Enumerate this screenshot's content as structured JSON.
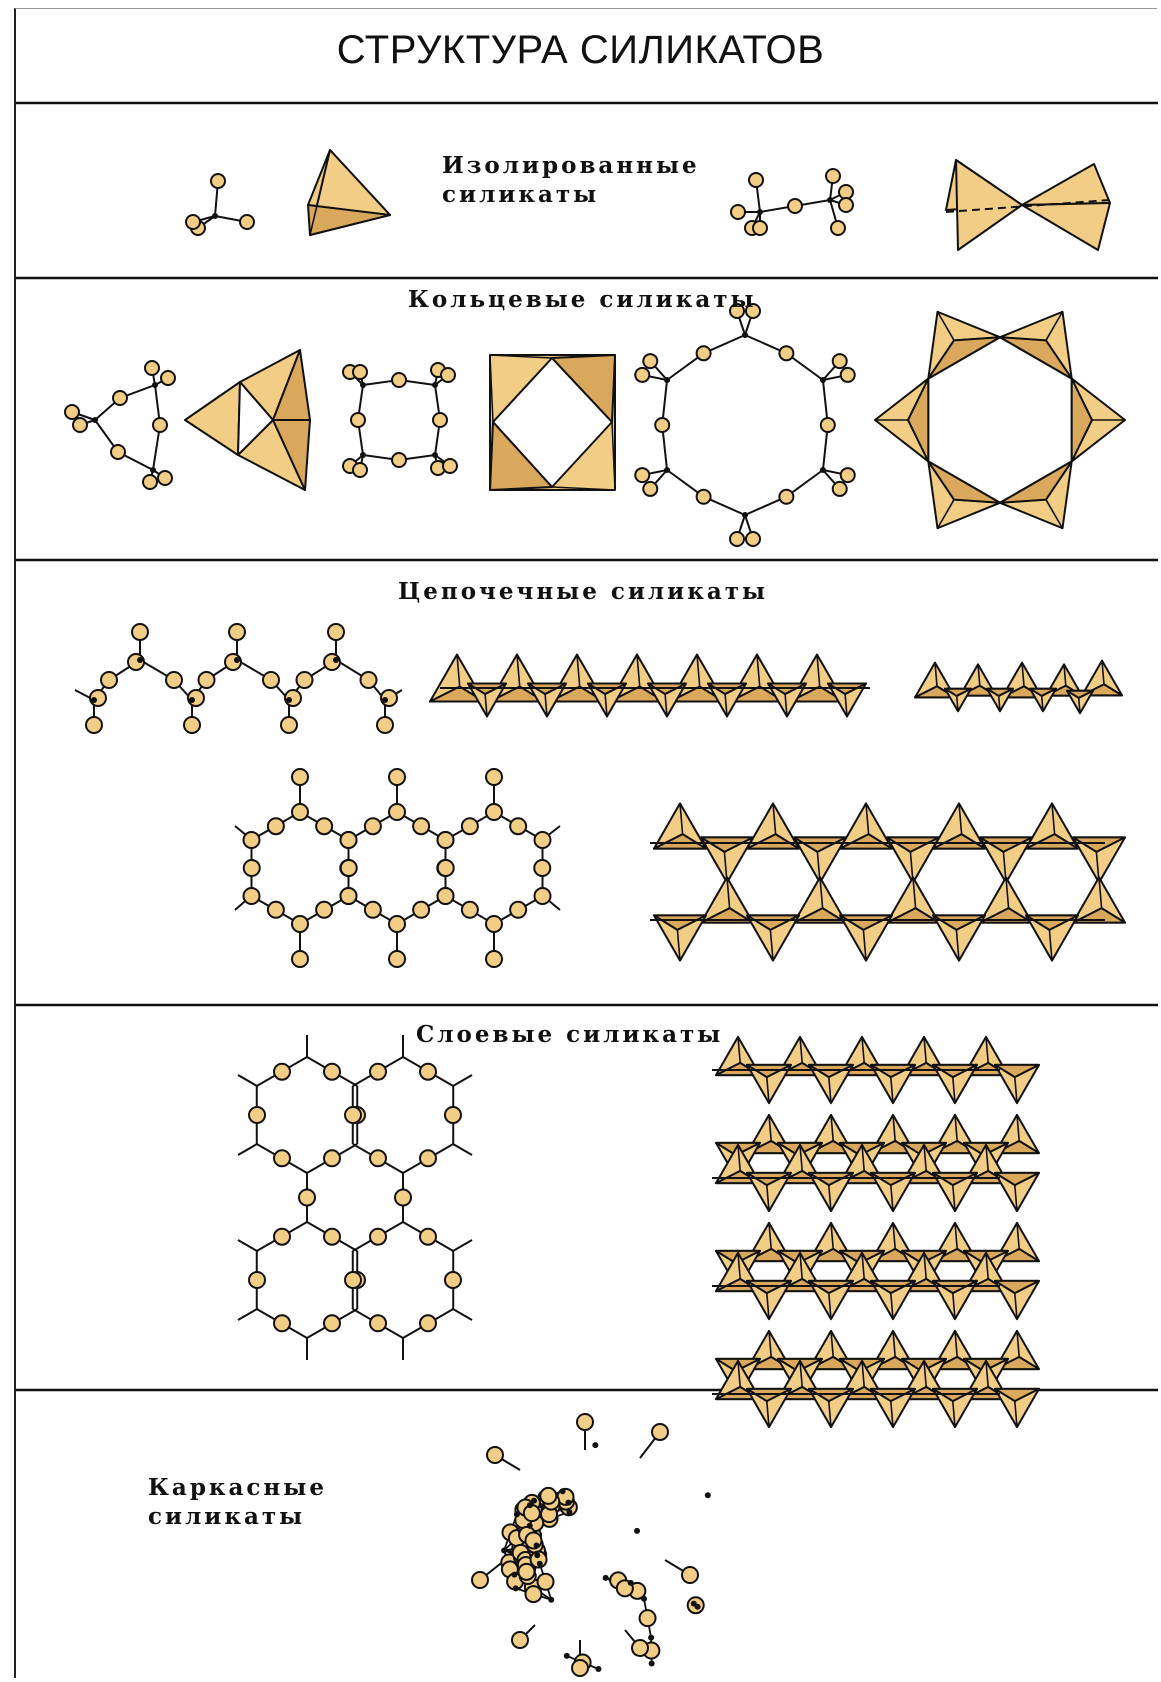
{
  "title": "СТРУКТУРА СИЛИКАТОВ",
  "sections": {
    "isolated": {
      "line1": "Изолированные",
      "line2": "силикаты"
    },
    "ring": {
      "label": "Кольцевые силикаты"
    },
    "chain": {
      "label": "Цепочечные силикаты"
    },
    "layer": {
      "label": "Слоевые силикаты"
    },
    "framework": {
      "line1": "Каркасные",
      "line2": "силикаты"
    }
  },
  "colors": {
    "fill": "#f2cd86",
    "stroke": "#111111",
    "shade": "#d9a85c"
  }
}
